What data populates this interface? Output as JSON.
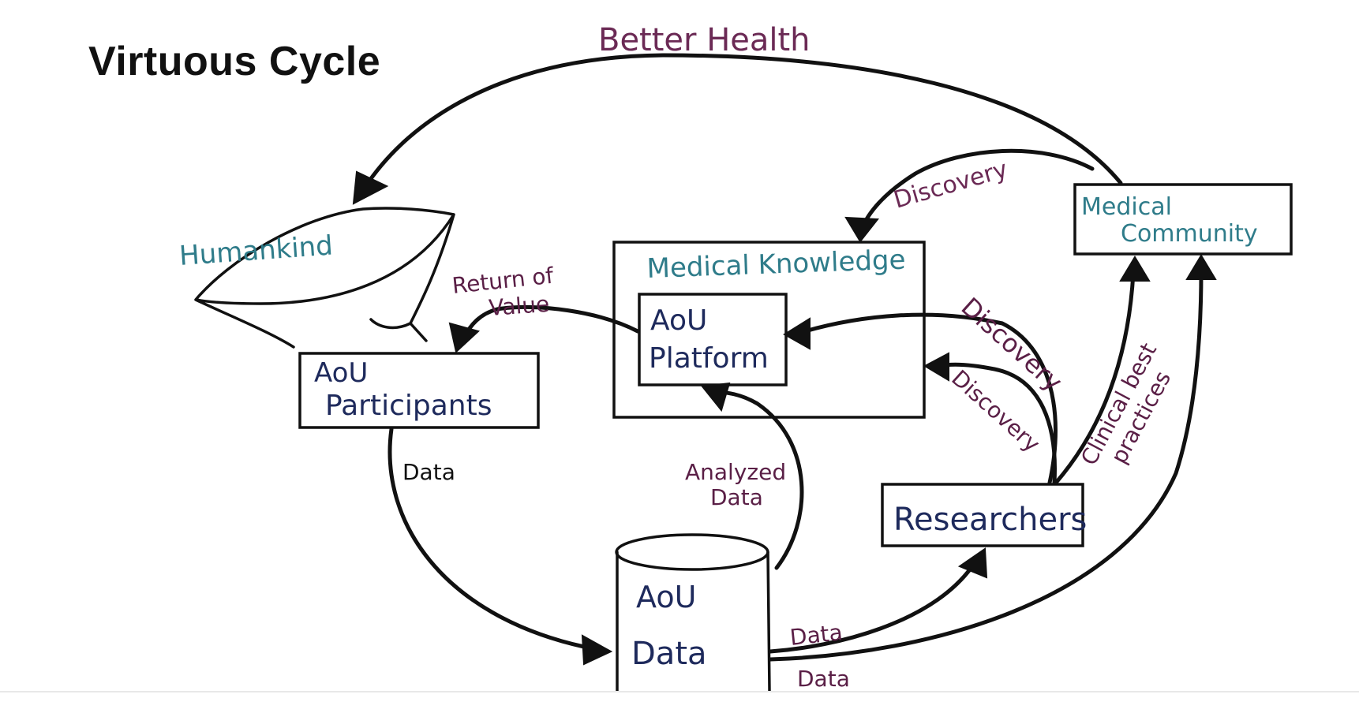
{
  "title": "Virtuous Cycle",
  "edge_labels": {
    "better_health": "Better Health",
    "discovery_top": "Discovery",
    "return_of_value_line1": "Return of",
    "return_of_value_line2": "Value",
    "discovery_mid": "Discovery",
    "discovery_low": "Discovery",
    "clinical_line1": "Clinical best",
    "clinical_line2": "practices",
    "data_participants": "Data",
    "analyzed_line1": "Analyzed",
    "analyzed_line2": "Data",
    "data_to_researchers": "Data",
    "data_to_community": "Data"
  },
  "nodes": {
    "humankind": "Humankind",
    "medical_knowledge": "Medical Knowledge",
    "medical_community_line1": "Medical",
    "medical_community_line2": "Community",
    "aou_platform_line1": "AoU",
    "aou_platform_line2": "Platform",
    "aou_participants_line1": "AoU",
    "aou_participants_line2": "Participants",
    "researchers": "Researchers",
    "aou_data_line1": "AoU",
    "aou_data_line2": "Data"
  }
}
